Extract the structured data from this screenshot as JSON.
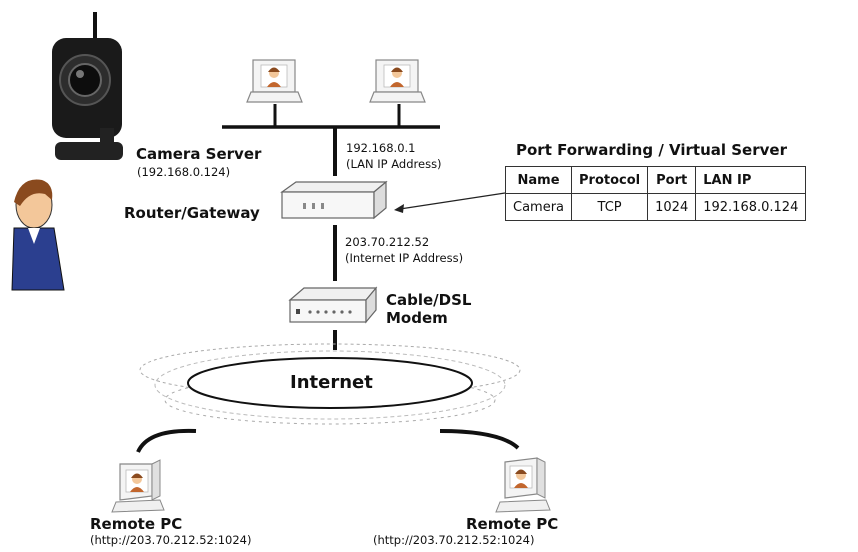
{
  "camera_server": {
    "title": "Camera Server",
    "ip": "(192.168.0.124)"
  },
  "router": {
    "title": "Router/Gateway",
    "lan_ip": "192.168.0.1",
    "lan_ip_note": "(LAN IP Address)",
    "wan_ip": "203.70.212.52",
    "wan_ip_note": "(Internet IP Address)"
  },
  "modem": {
    "line1": "Cable/DSL",
    "line2": "Modem"
  },
  "internet": {
    "label": "Internet"
  },
  "remote_pcs": [
    {
      "title": "Remote PC",
      "url": "(http://203.70.212.52:1024)"
    },
    {
      "title": "Remote PC",
      "url": "(http://203.70.212.52:1024)"
    }
  ],
  "port_forwarding": {
    "title": "Port Forwarding / Virtual Server",
    "headers": [
      "Name",
      "Protocol",
      "Port",
      "LAN IP"
    ],
    "rows": [
      [
        "Camera",
        "TCP",
        "1024",
        "192.168.0.124"
      ]
    ]
  },
  "colors": {
    "line": "#111111",
    "monitor": "#f4f4f4",
    "skin": "#f3c79a",
    "hair": "#8a4a1e",
    "suit": "#2b3f8f",
    "camera_body": "#1a1a1a"
  }
}
